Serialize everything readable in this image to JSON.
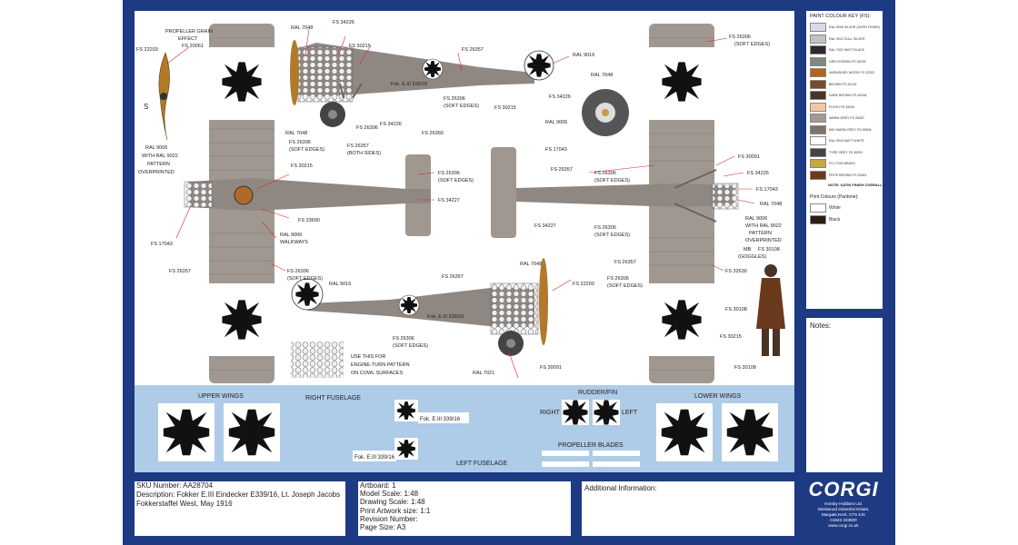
{
  "artwork": {
    "callouts": {
      "prop_grain": [
        "PROPELLER GRAIN",
        "EFFECT"
      ],
      "fs22203_prop": "FS 22203",
      "fs20061": "FS 20061",
      "s_mark": "S",
      "ral9006_wing": [
        "RAL 9006",
        "WITH RAL 9022",
        "PATTERN",
        "OVERPRINTED"
      ],
      "ral7048_top": "RAL 7048",
      "fs34226_top": "FS 34226",
      "fs30215_top": "FS 30215",
      "fs26357_top": "FS 26357",
      "ral9016_top": "RAL 9016",
      "fs26306_se": "FS 26306",
      "soft_edges": "(SOFT EDGES)",
      "fs34226_mid": "FS 34226",
      "fs30215_mid": "FS 30215",
      "fs26357_both": "FS 26357",
      "both_sides": "(BOTH SIDES)",
      "ral7048_mid": "RAL 7048",
      "fs26306_a": "FS 26306",
      "fs26306_wing": "FS 26306",
      "fs26360": "FS 26360",
      "fs26306_tail": "FS 26306",
      "fs34227_a": "FS 34227",
      "fs34227_b": "FS 34227",
      "fs30215_fus": "FS 30215",
      "fs33690": "FS 33690",
      "ral9006_walk": [
        "RAL 9006",
        "WALKWAYS"
      ],
      "fs17043_l": "FS 17043",
      "fs26357_l": "FS 26357",
      "fs26306_lw": "FS 26306",
      "ral7048_eng": "RAL 7048",
      "ral9006_eng": "RAL 9006",
      "fs17043_eng": "FS 17043",
      "fs26306_tr": "FS 26306",
      "fs30091_r": "FS 30091",
      "fs26357_r": "FS 26357",
      "fs26306_r2": "FS 26306",
      "fs34226_r": "FS 34226",
      "fs17043_r": "FS 17043",
      "ral7048_r": "RAL 7048",
      "ral9006_r": [
        "RAL 9006",
        "WITH RAL 9022",
        "PATTERN",
        "OVERPRINTED"
      ],
      "fs26306_r3": "FS 26306",
      "fs26357_rw": "FS 26357",
      "fs26306_rw": "FS 26306",
      "ral9016_bot": "RAL 9016",
      "fs26357_bot": "FS 26357",
      "ral7048_bot": "RAL 7048",
      "fs22203_bot": "FS 22203",
      "fs26306_bot": "FS 26306",
      "ral7021": "RAL 7021",
      "fs30091_bot": "FS 30091",
      "engine_turn": [
        "USE THIS FOR",
        "ENGINE-TURN PATTERN",
        "ON COWL SURFACES"
      ],
      "mb": "MB",
      "goggles": "(GOGGLES)",
      "fs30108_a": "FS 30108",
      "fs32630": "FS 32630",
      "fs30108_b": "FS 30108",
      "fs30215_pilot": "FS 30215",
      "fs30108_c": "FS 30108",
      "serial": "Fok. E.III 339/16"
    },
    "colors": {
      "wing": "#a09890",
      "fuselage": "#8f8781",
      "cowl": "#d8d8d8",
      "prop": "#b07a2a",
      "cross": "#111111",
      "leader": "#d9242a"
    }
  },
  "decals": {
    "upper_wings": "UPPER WINGS",
    "right_fuselage": "RIGHT FUSELAGE",
    "left_fuselage": "LEFT FUSELAGE",
    "rudder_fin": "RUDDER/FIN",
    "right": "RIGHT",
    "left": "LEFT",
    "propeller_blades": "PROPELLER BLADES",
    "lower_wings": "LOWER WINGS",
    "serial": "Fok. E.III 339/16"
  },
  "paint_key": {
    "title": "PAINT COLOUR KEY (FS):",
    "items": [
      {
        "swatch": "#d7dbe8",
        "label": "RAL 9006 SILVER (SATIN FINISH)"
      },
      {
        "swatch": "#bfc3c8",
        "label": "RAL 9022 DULL SILVER"
      },
      {
        "swatch": "#2b2b2b",
        "label": "RAL 7021 MATT BLACK"
      },
      {
        "swatch": "#7d8a7c",
        "label": "GREY/GREEN FS 34226"
      },
      {
        "swatch": "#b0641c",
        "label": "VARNISHED WOOD FS 22203"
      },
      {
        "swatch": "#7a4a2a",
        "label": "BROWN FS 30215"
      },
      {
        "swatch": "#4a3325",
        "label": "DARK BROWN FS 30108"
      },
      {
        "swatch": "#f2c7a8",
        "label": "FLESH FS 32630"
      },
      {
        "swatch": "#a49a90",
        "label": "WARM GREY FS 26357"
      },
      {
        "swatch": "#7f746a",
        "label": "MID WARM GREY FS 26306"
      },
      {
        "swatch": "#ffffff",
        "label": "RAL 9016 MATT WHITE"
      },
      {
        "swatch": "#4a4046",
        "label": "TYRE GREY FS 30091"
      },
      {
        "swatch": "#c9a646",
        "label": "FS 17043 BRASS"
      },
      {
        "swatch": "#6b3a1c",
        "label": "PROP BROWN FS 20061"
      }
    ],
    "note": "NOTE: SATIN FINISH OVERALL",
    "pantone_title": "Print Colours (Pantone):",
    "pantone": [
      {
        "swatch": "#ffffff",
        "label": "White"
      },
      {
        "swatch": "#2b1d12",
        "label": "Black"
      }
    ]
  },
  "notes": {
    "label": "Notes:"
  },
  "info": {
    "sku": "SKU Number: AA28704",
    "description": "Description: Fokker E.III Eindecker E339/16, Lt. Joseph Jacobs",
    "unit": "Fokkerstaffel West, May 1916"
  },
  "artboard": {
    "artboard": "Artboard: 1",
    "model_scale": "Model Scale: 1:48",
    "drawing_scale": "Drawing Scale: 1:48",
    "print_size": "Print Artwork size: 1:1",
    "revision": "Revision Number:",
    "page_size": "Page Size: A3"
  },
  "additional": {
    "label": "Additional Information:"
  },
  "brand": {
    "logo": "CORGI",
    "address": [
      "Hornby Hobbies Ltd.",
      "Westwood Industrial Estate,",
      "Margate,Kent, CT9 4JX",
      "01843 233500",
      "www.corgi.co.uk"
    ]
  }
}
